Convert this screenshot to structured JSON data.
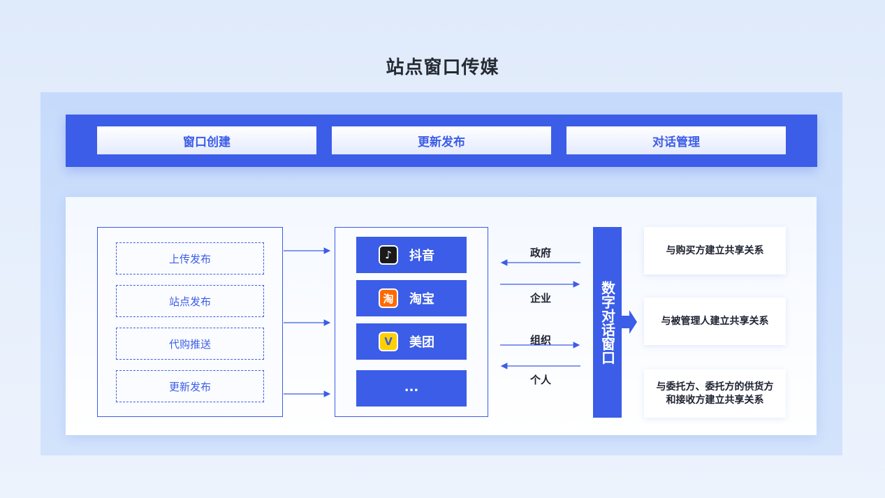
{
  "title": "站点窗口传媒",
  "top_buttons": [
    "窗口创建",
    "更新发布",
    "对话管理"
  ],
  "left_items": [
    "上传发布",
    "站点发布",
    "代购推送",
    "更新发布"
  ],
  "platforms": [
    {
      "name": "抖音",
      "icon": "douyin-icon",
      "glyph": "♪",
      "color": "#1a1a1a"
    },
    {
      "name": "淘宝",
      "icon": "taobao-icon",
      "glyph": "淘",
      "color": "#ff6a00"
    },
    {
      "name": "美团",
      "icon": "meituan-icon",
      "glyph": "V",
      "color": "#ffd000"
    }
  ],
  "more_label": "...",
  "connections": [
    "政府",
    "企业",
    "组织",
    "个人"
  ],
  "center_label": "数字对话窗口",
  "relations": [
    "与购买方建立共享关系",
    "与被管理人建立共享关系",
    "与委托方、委托方的供货方\n和接收方建立共享关系"
  ],
  "colors": {
    "accent": "#3b5de7"
  }
}
